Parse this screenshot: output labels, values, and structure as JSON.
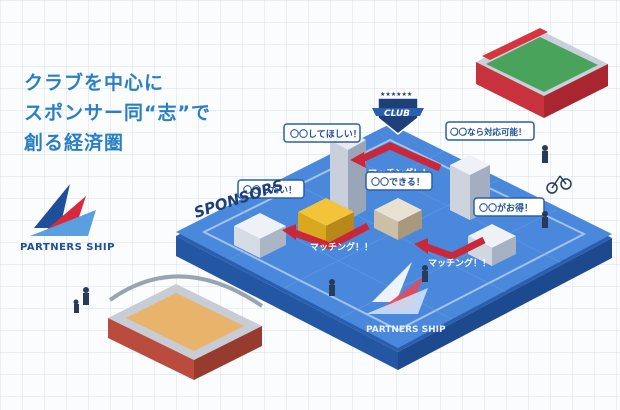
{
  "headline": {
    "line1": "クラブを中心に",
    "line2": "スポンサー同“志”で",
    "line3": "創る経済圏"
  },
  "brand": {
    "name_left": "PARTNERS SHIP",
    "name_center": "PARTNERS SHIP"
  },
  "map": {
    "sponsors_label": "SPONSORS",
    "club_label": "CLUB",
    "bubbles": [
      "〇〇してほしい！",
      "〇〇なら対応可能！",
      "〇〇したい！",
      "〇〇できる！",
      "〇〇がお得！"
    ],
    "arrows": [
      "マッチング！！",
      "マッチング！！",
      "マッチング！！"
    ]
  },
  "colors": {
    "headline": "#2a7fc4",
    "platform_top": "#3f7fd6",
    "platform_side": "#2a5fb0",
    "arrow": "#c9283a",
    "brand_navy": "#1e4f98"
  }
}
